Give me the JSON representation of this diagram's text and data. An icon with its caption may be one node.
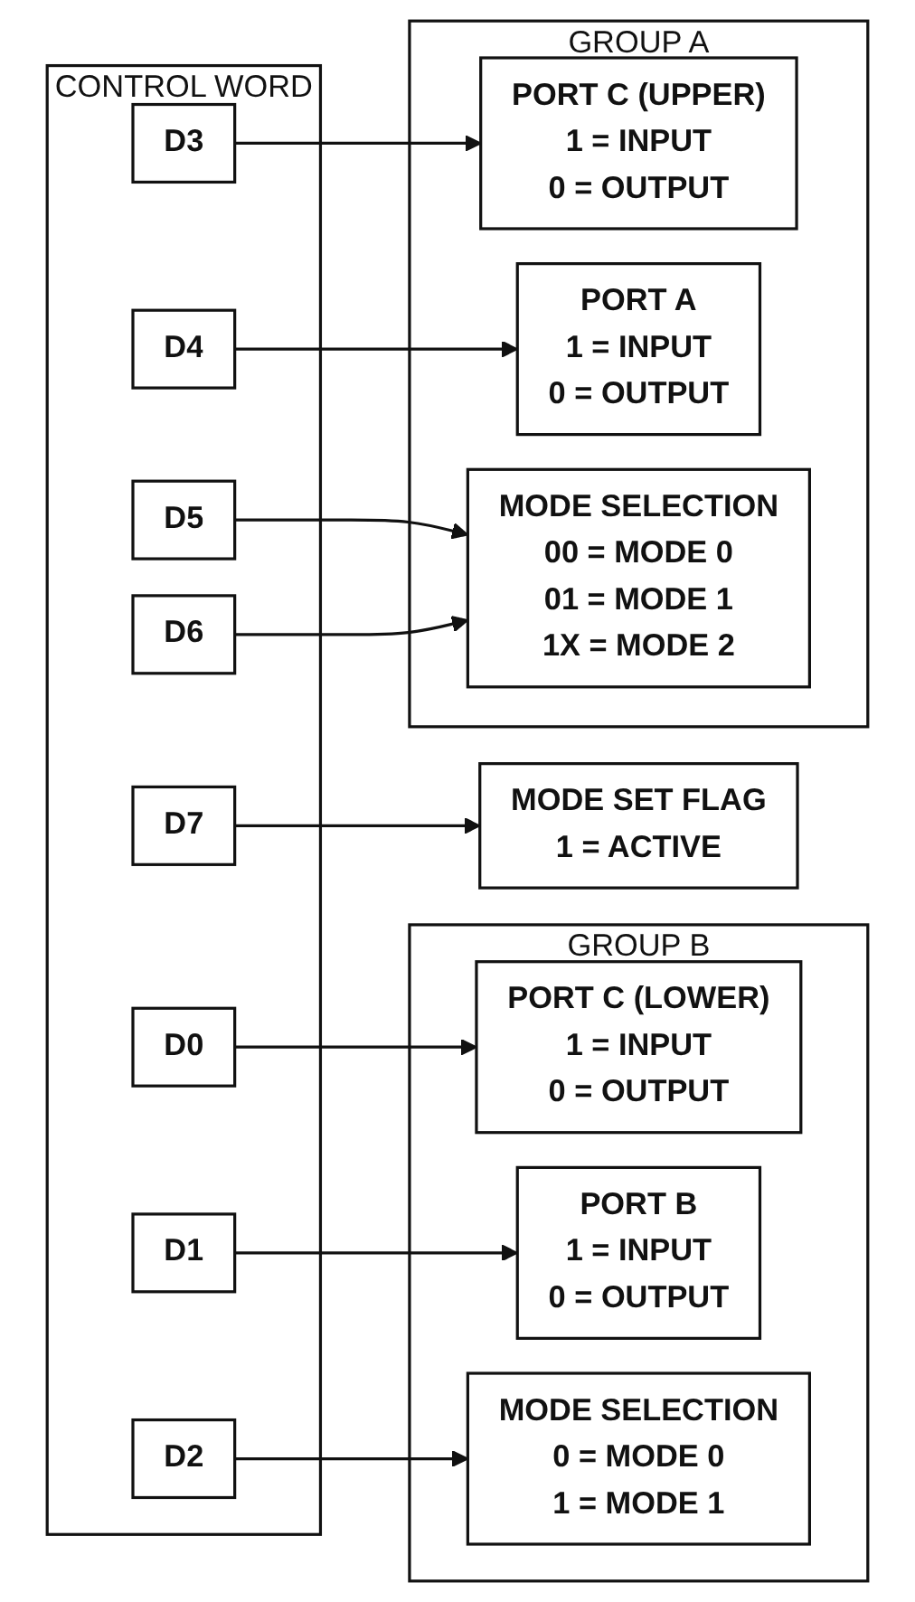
{
  "diagram": {
    "nodes": [
      {
        "text": [
          "CONTROL WORD"
        ]
      },
      {
        "text": [
          "D7"
        ],
        "in": 0
      },
      {
        "text": [
          "D6"
        ],
        "in": 0
      },
      {
        "text": [
          "D5"
        ],
        "in": 0
      },
      {
        "text": [
          "D4"
        ],
        "in": 0
      },
      {
        "text": [
          "D3"
        ],
        "in": 0
      },
      {
        "text": [
          "D2"
        ],
        "in": 0
      },
      {
        "text": [
          "D1"
        ],
        "in": 0
      },
      {
        "text": [
          "D0"
        ],
        "in": 0
      },
      {
        "text": [
          "GROUP B"
        ]
      },
      {
        "text": [
          "PORT C (LOWER)",
          "1 = INPUT",
          "0 = OUTPUT"
        ],
        "in": 9
      },
      {
        "text": [
          "PORT B",
          "1 = INPUT",
          "0 = OUTPUT"
        ],
        "in": 9
      },
      {
        "text": [
          "MODE SELECTION",
          "0 = MODE 0",
          "1 = MODE 1"
        ],
        "in": 9
      },
      {
        "text": [
          "GROUP A"
        ]
      },
      {
        "text": [
          "PORT C (UPPER)",
          "1 = INPUT",
          "0 = OUTPUT"
        ],
        "in": 13
      },
      {
        "text": [
          "PORT A",
          "1 = INPUT",
          "0 = OUTPUT"
        ],
        "in": 13
      },
      {
        "text": [
          "MODE SELECTION",
          "00 = MODE 0",
          "01 = MODE 1",
          "1X = MODE 2"
        ],
        "in": 13
      },
      {
        "text": [
          "MODE SET FLAG",
          "1 = ACTIVE"
        ]
      }
    ],
    "edges": [
      {
        "from": 8,
        "to": 10,
        "arrow": "to"
      },
      {
        "from": 7,
        "to": 11,
        "arrow": "to"
      },
      {
        "from": 6,
        "to": 12,
        "arrow": "to"
      },
      {
        "from": 5,
        "to": 14,
        "arrow": "to"
      },
      {
        "from": 4,
        "to": 15,
        "arrow": "to"
      },
      {
        "from": 3,
        "to": 16,
        "arrow": "to"
      },
      {
        "from": 2,
        "to": 16,
        "arrow": "to"
      },
      {
        "from": 1,
        "to": 17,
        "arrow": "to"
      }
    ]
  }
}
